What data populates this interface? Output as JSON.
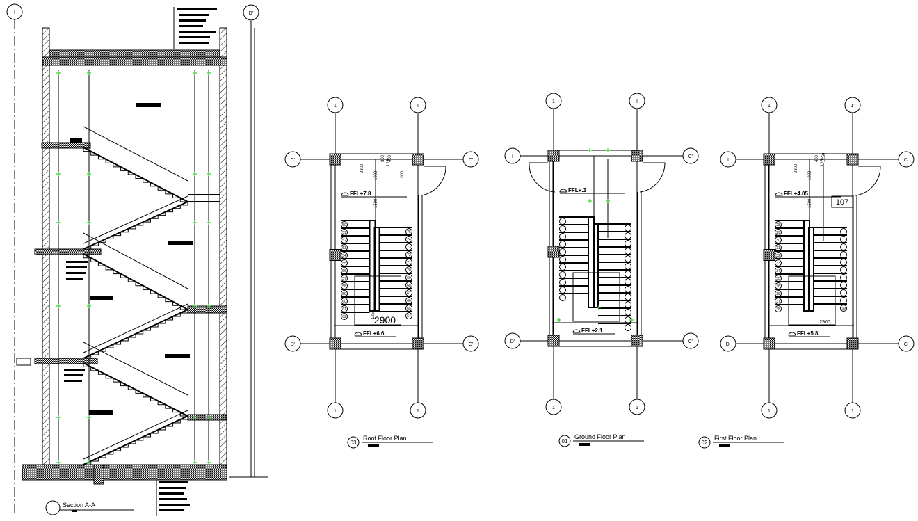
{
  "section": {
    "title": "Section A-A",
    "grid_top_left": "I",
    "grid_top_right": "D'"
  },
  "plans": [
    {
      "id": "roof",
      "number": "03",
      "title": "Roof Floor Plan",
      "grid_top": [
        "1",
        "I"
      ],
      "grid_bottom": [
        "1",
        "1"
      ],
      "grid_left": [
        "C'",
        "D'"
      ],
      "grid_right": [
        "C'",
        "C'"
      ],
      "ffl_top": "FFL+7.8",
      "ffl_bottom": "FFL+6.6",
      "dimensions": [
        "2300",
        "1000",
        "1500",
        "300",
        "125",
        "400",
        "1000",
        "1250"
      ],
      "width_dim": "2900",
      "stair_left": [
        "50",
        "51",
        "52",
        "53",
        "54",
        "55",
        "56",
        "57",
        "58",
        "59",
        "60",
        "61",
        "62"
      ],
      "stair_right": [
        "75",
        "74",
        "73",
        "72",
        "71",
        "70",
        "69",
        "68",
        "67",
        "66",
        "65",
        "64"
      ],
      "door": "right"
    },
    {
      "id": "ground",
      "number": "01",
      "title": "Ground Floor Plan",
      "grid_top": [
        "1",
        "I"
      ],
      "grid_bottom": [
        "1",
        "1"
      ],
      "grid_left": [
        "I",
        "D'"
      ],
      "grid_right": [
        "C'",
        "C'"
      ],
      "ffl_top": "FFL+.3",
      "ffl_bottom": "FFL+2.1",
      "dimensions": [],
      "width_dim": "",
      "stair_left": [
        "",
        "",
        "",
        "",
        "",
        "",
        "",
        "",
        "",
        "",
        ""
      ],
      "stair_right": [
        "",
        "",
        "",
        "",
        "",
        "",
        "",
        "",
        "",
        "",
        "",
        "",
        "",
        ""
      ],
      "door": "both"
    },
    {
      "id": "first",
      "number": "02",
      "title": "First Floor Plan",
      "grid_top": [
        "1",
        "1'"
      ],
      "grid_bottom": [
        "1",
        "1"
      ],
      "grid_left": [
        "I",
        "D'"
      ],
      "grid_right": [
        "C'",
        "C'"
      ],
      "ffl_top": "FFL+4.05",
      "ffl_bottom": "FFL+5.8",
      "dimensions": [
        "2300",
        "1000",
        "1500",
        "400",
        "125",
        "1250"
      ],
      "width_dim": "2900",
      "room_tag": "107",
      "stair_left": [
        "28",
        "29",
        "30",
        "31",
        "32",
        "33",
        "34",
        "35",
        "36",
        "36",
        "37",
        "38"
      ],
      "stair_right": [
        "",
        "",
        "",
        "",
        "",
        "",
        "",
        "",
        "",
        "",
        "39"
      ],
      "door": "right"
    }
  ],
  "colors": {
    "lines": "#000000",
    "markers": "#2bd12b",
    "background": "#ffffff"
  }
}
